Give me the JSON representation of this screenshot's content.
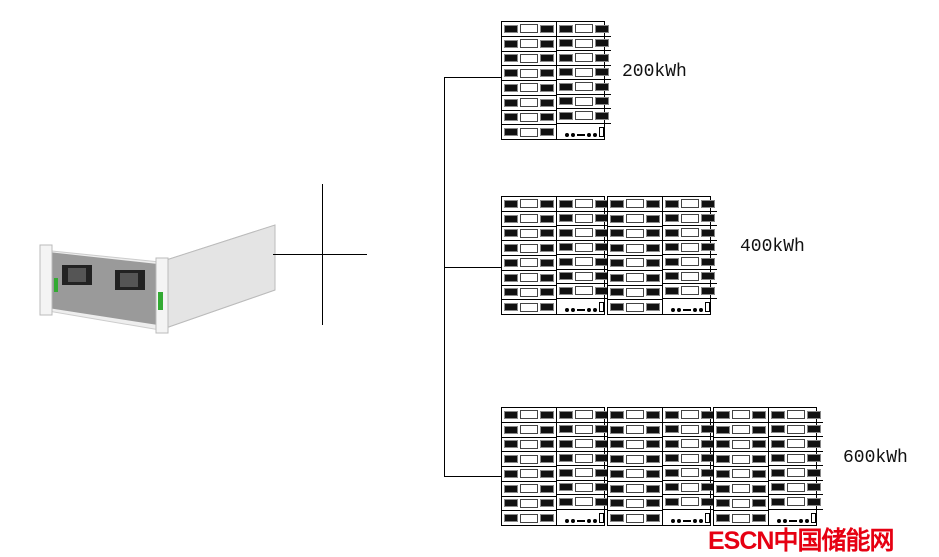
{
  "configs": [
    {
      "label": "200kWh",
      "racks": 1
    },
    {
      "label": "400kWh",
      "racks": 2
    },
    {
      "label": "600kWh",
      "racks": 3
    }
  ],
  "logo": {
    "brand": "ESCN",
    "name": "中国储能网",
    "color": "#e60012"
  }
}
